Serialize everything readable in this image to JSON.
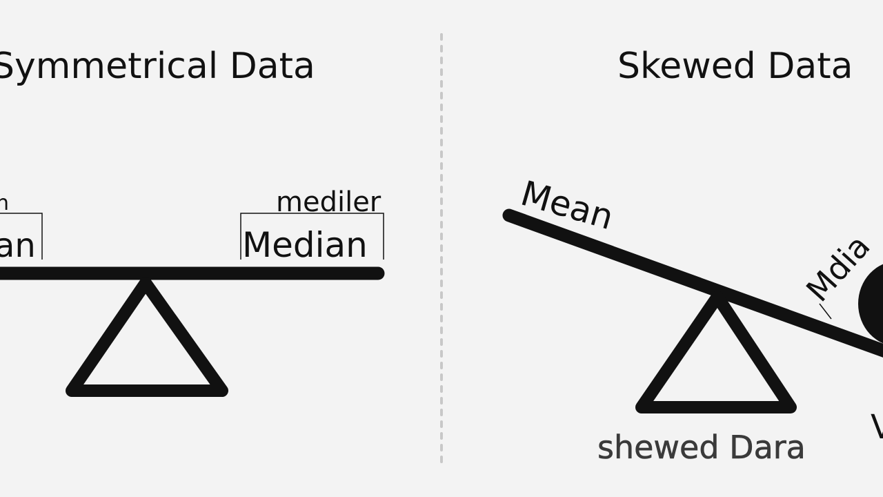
{
  "panels": {
    "left": {
      "title": "Symmetrical Data",
      "left_label_top": "n",
      "left_label": "an",
      "right_label_top": "mediler",
      "right_label": "Median"
    },
    "right": {
      "title": "Skewed Data",
      "beam_label_high": "Mean",
      "beam_label_low": "Mdia",
      "edge_glyph": "V",
      "caption": "shewed Dara"
    }
  },
  "colors": {
    "background": "#f3f3f3",
    "ink": "#111111",
    "divider": "#c8c8c8",
    "caption_ink": "#3a3a3a"
  }
}
